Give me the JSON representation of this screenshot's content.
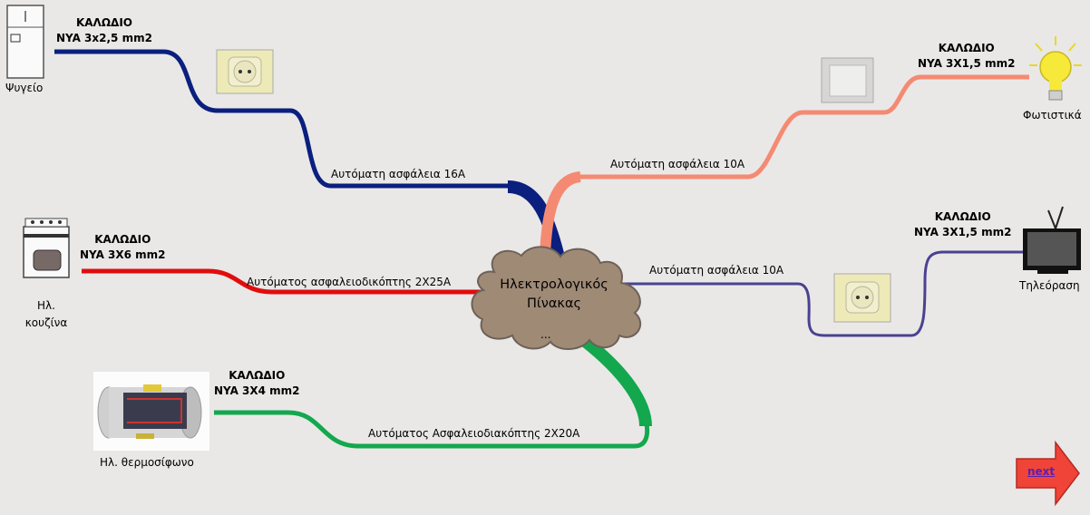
{
  "panel": {
    "title_line1": "Ηλεκτρολογικός",
    "title_line2": "Πίνακας",
    "ellipsis": "..."
  },
  "branches": [
    {
      "id": "fridge",
      "device": "Ψυγείο",
      "cable_title": "ΚΑΛΩΔΙΟ",
      "cable_spec": "NYA 3x2,5 mm2",
      "breaker": "Αυτόματη ασφάλεια 16A",
      "color": "#0a1f7e",
      "outlet": "socket"
    },
    {
      "id": "stove",
      "device_line1": "Ηλ.",
      "device_line2": "κουζίνα",
      "cable_title": "ΚΑΛΩΔΙΟ",
      "cable_spec": "NYA 3X6 mm2",
      "breaker": "Αυτόματος ασφαλειοδικόπτης 2X25A",
      "color": "#e00d0d"
    },
    {
      "id": "heater",
      "device": "Ηλ. θερμοσίφωνο",
      "cable_title": "ΚΑΛΩΔΙΟ",
      "cable_spec": "NYA 3X4 mm2",
      "breaker": "Αυτόματος Ασφαλειοδιακόπτης 2X20A",
      "color": "#13a84e"
    },
    {
      "id": "lights",
      "device": "Φωτιστικά",
      "cable_title": "ΚΑΛΩΔΙΟ",
      "cable_spec": "NYA 3X1,5 mm2",
      "breaker": "Αυτόματη ασφάλεια 10A",
      "color": "#f58a72",
      "outlet": "switch"
    },
    {
      "id": "tv",
      "device": "Τηλεόραση",
      "cable_title": "ΚΑΛΩΔΙΟ",
      "cable_spec": "NYA 3X1,5 mm2",
      "breaker": "Αυτόματη ασφάλεια 10A",
      "color": "#4a4290",
      "outlet": "socket"
    }
  ],
  "nav": {
    "next_label": "next",
    "next_color": "#ef4437"
  }
}
